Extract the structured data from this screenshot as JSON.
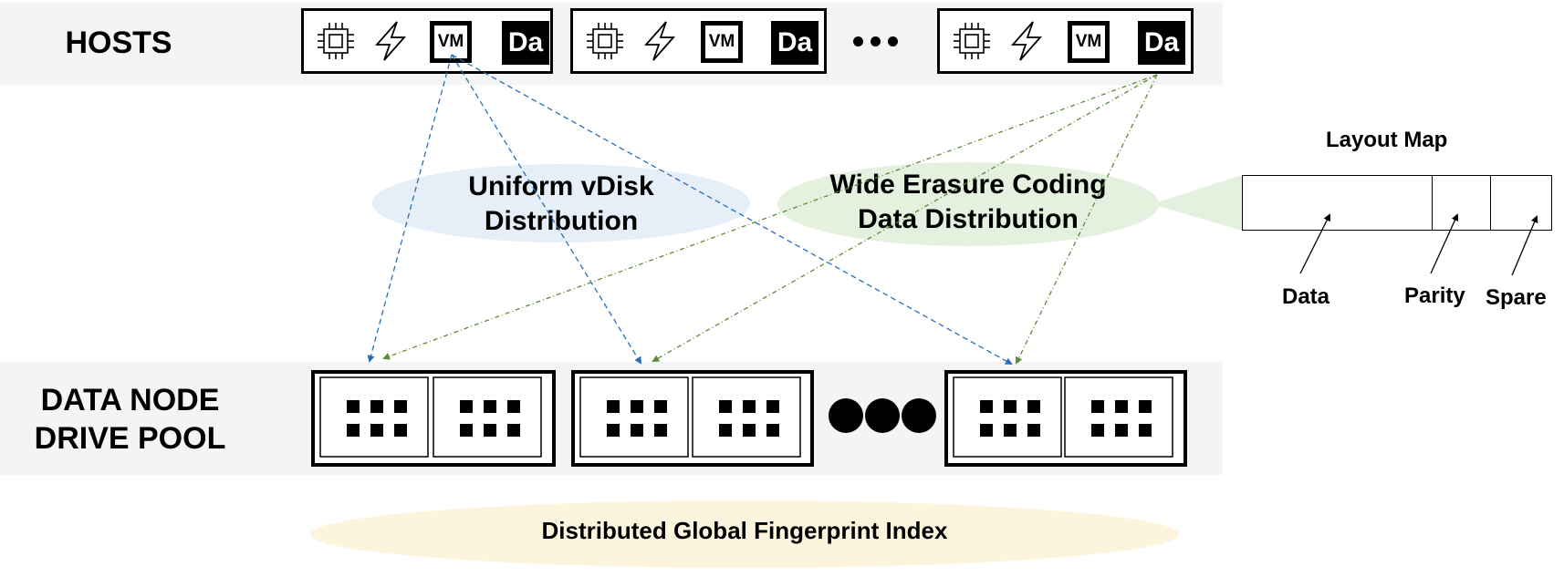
{
  "rows": {
    "hosts_label": "HOSTS",
    "pool_label_line1": "DATA NODE",
    "pool_label_line2": "DRIVE POOL"
  },
  "host_boxes": [
    {
      "vm": "VM",
      "da": "Da"
    },
    {
      "vm": "VM",
      "da": "Da"
    },
    {
      "vm": "VM",
      "da": "Da"
    }
  ],
  "ellipses": {
    "uniform_line1": "Uniform vDisk",
    "uniform_line2": "Distribution",
    "wide_ec_line1": "Wide Erasure Coding",
    "wide_ec_line2": "Data Distribution",
    "index": "Distributed Global Fingerprint Index"
  },
  "layout_map": {
    "title": "Layout Map",
    "data_label": "Data",
    "parity_label": "Parity",
    "spare_label": "Spare"
  },
  "colors": {
    "band": "#f4f4f4",
    "uniform_fill": "#e6eef8",
    "ec_fill": "#e4f1df",
    "index_fill": "#fdf4dd",
    "blue_arrow": "#2a6fb6",
    "green_arrow": "#5f8a38"
  },
  "icons": [
    "cpu-icon",
    "lightning-icon",
    "vm-icon",
    "data-icon",
    "ellipsis-icon",
    "drive-icon"
  ]
}
